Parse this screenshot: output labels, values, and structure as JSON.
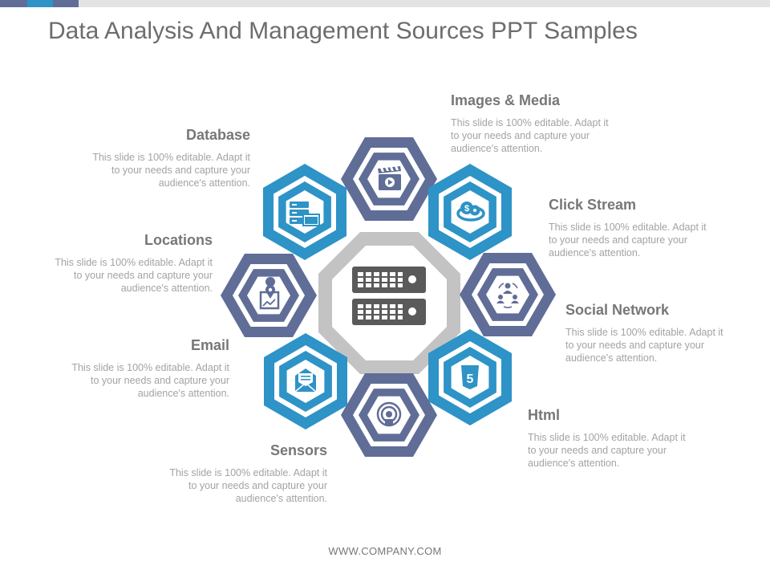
{
  "slide": {
    "title": "Data Analysis And Management Sources PPT Samples",
    "footer": "WWW.COMPANY.COM"
  },
  "colors": {
    "blue": "#2e93c6",
    "slate": "#5f6d97",
    "ring_gray": "#c3c3c3",
    "icon_gray": "#5a5a5a",
    "title_gray": "#6d6d6d",
    "text_gray": "#a3a3a3"
  },
  "center": {
    "icon": "server-icon"
  },
  "items": [
    {
      "key": "images",
      "title": "Images & Media",
      "text": "This slide is 100% editable. Adapt it to your needs and capture your audience's attention.",
      "icon": "clapperboard-icon",
      "color": "slate"
    },
    {
      "key": "click",
      "title": "Click Stream",
      "text": "This slide is 100% editable. Adapt it to your needs and capture your audience's attention.",
      "icon": "dollar-chat-icon",
      "color": "blue"
    },
    {
      "key": "social",
      "title": "Social Network",
      "text": "This slide is 100% editable. Adapt it to your needs and capture your audience's attention.",
      "icon": "people-network-icon",
      "color": "slate"
    },
    {
      "key": "html",
      "title": "Html",
      "text": "This slide is 100% editable. Adapt it to your needs and capture your audience's attention.",
      "icon": "html5-icon",
      "color": "blue"
    },
    {
      "key": "sensors",
      "title": "Sensors",
      "text": "This slide is 100% editable. Adapt it to your needs and capture your audience's attention.",
      "icon": "sensor-signal-icon",
      "color": "slate"
    },
    {
      "key": "email",
      "title": "Email",
      "text": "This slide is 100% editable. Adapt it to your needs and capture your audience's attention.",
      "icon": "envelope-icon",
      "color": "blue"
    },
    {
      "key": "locations",
      "title": "Locations",
      "text": "This slide is 100% editable. Adapt it to your needs and capture your audience's attention.",
      "icon": "map-pin-icon",
      "color": "slate"
    },
    {
      "key": "database",
      "title": "Database",
      "text": "This slide is 100% editable. Adapt it to your needs and capture your audience's attention.",
      "icon": "file-folder-icon",
      "color": "blue"
    }
  ]
}
